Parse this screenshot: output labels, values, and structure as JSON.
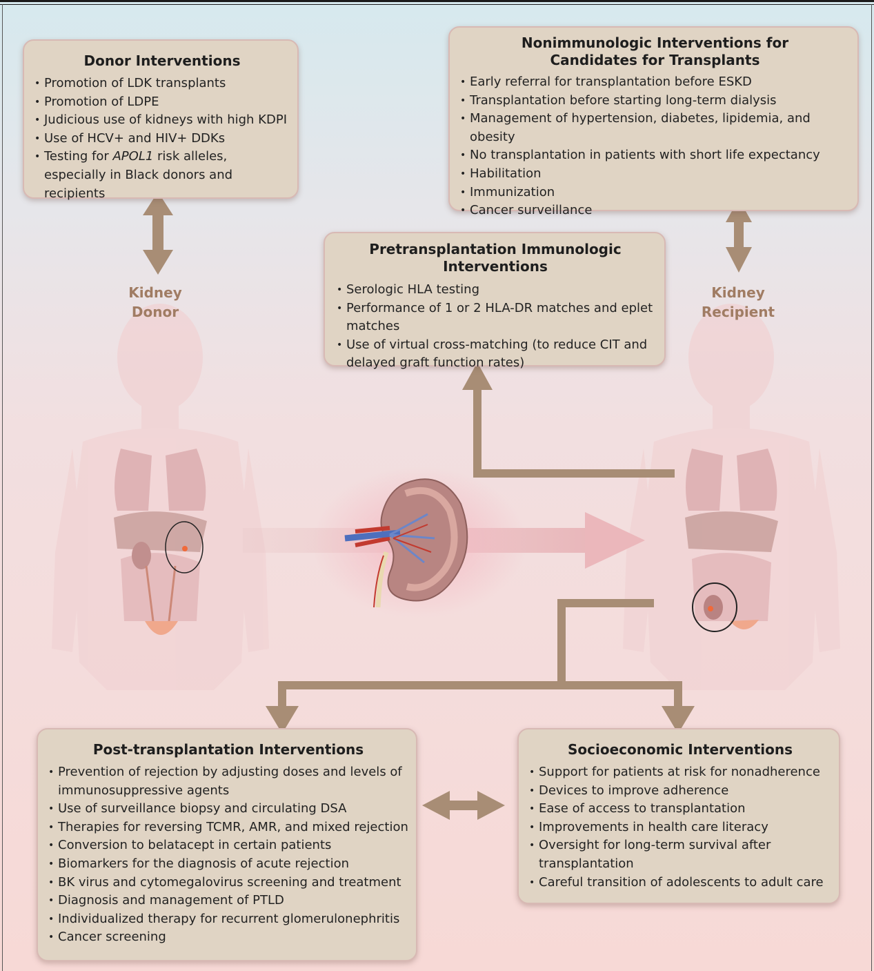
{
  "donor_box": {
    "title": "Donor Interventions",
    "items": [
      "Promotion of LDK transplants",
      "Promotion of LDPE",
      "Judicious use of kidneys with high KDPI",
      "Use of HCV+ and HIV+ DDKs",
      "Testing for APOL1 risk alleles, especially in Black donors and recipients"
    ]
  },
  "nonimmuno_box": {
    "title_line1": "Nonimmunologic Interventions for",
    "title_line2": "Candidates for Transplants",
    "items": [
      "Early referral for transplantation before ESKD",
      "Transplantation before starting long-term dialysis",
      "Management of hypertension, diabetes, lipidemia, and obesity",
      "No transplantation in patients with short life expectancy",
      "Habilitation",
      "Immunization",
      "Cancer surveillance"
    ]
  },
  "pretransplant_box": {
    "title": "Pretransplantation Immunologic Interventions",
    "items": [
      "Serologic HLA testing",
      "Performance of 1 or 2 HLA-DR matches and eplet matches",
      "Use of virtual cross-matching (to reduce CIT and delayed graft function rates)"
    ]
  },
  "post_box": {
    "title": "Post-transplantation Interventions",
    "items": [
      "Prevention of rejection by adjusting doses and levels of immunosuppressive agents",
      "Use of surveillance biopsy and circulating DSA",
      "Therapies for reversing TCMR, AMR, and mixed rejection",
      "Conversion to belatacept in certain patients",
      "Biomarkers for the diagnosis of acute rejection",
      "BK virus and cytomegalovirus screening and treatment",
      "Diagnosis and management of PTLD",
      "Individualized therapy for recurrent glomerulonephritis",
      "Cancer screening"
    ]
  },
  "socio_box": {
    "title": "Socioeconomic Interventions",
    "items": [
      "Support for patients at risk for nonadherence",
      "Devices to improve adherence",
      "Ease of access to transplantation",
      "Improvements in health care literacy",
      "Oversight for long-term survival after transplantation",
      "Careful transition of adolescents to adult care"
    ]
  },
  "labels": {
    "donor_line1": "Kidney",
    "donor_line2": "Donor",
    "recipient_line1": "Kidney",
    "recipient_line2": "Recipient"
  },
  "colors": {
    "arrow": "#a88d75",
    "label": "#a07c63",
    "box_fill": "#e0d4c4",
    "box_border": "#d8b9b4"
  }
}
